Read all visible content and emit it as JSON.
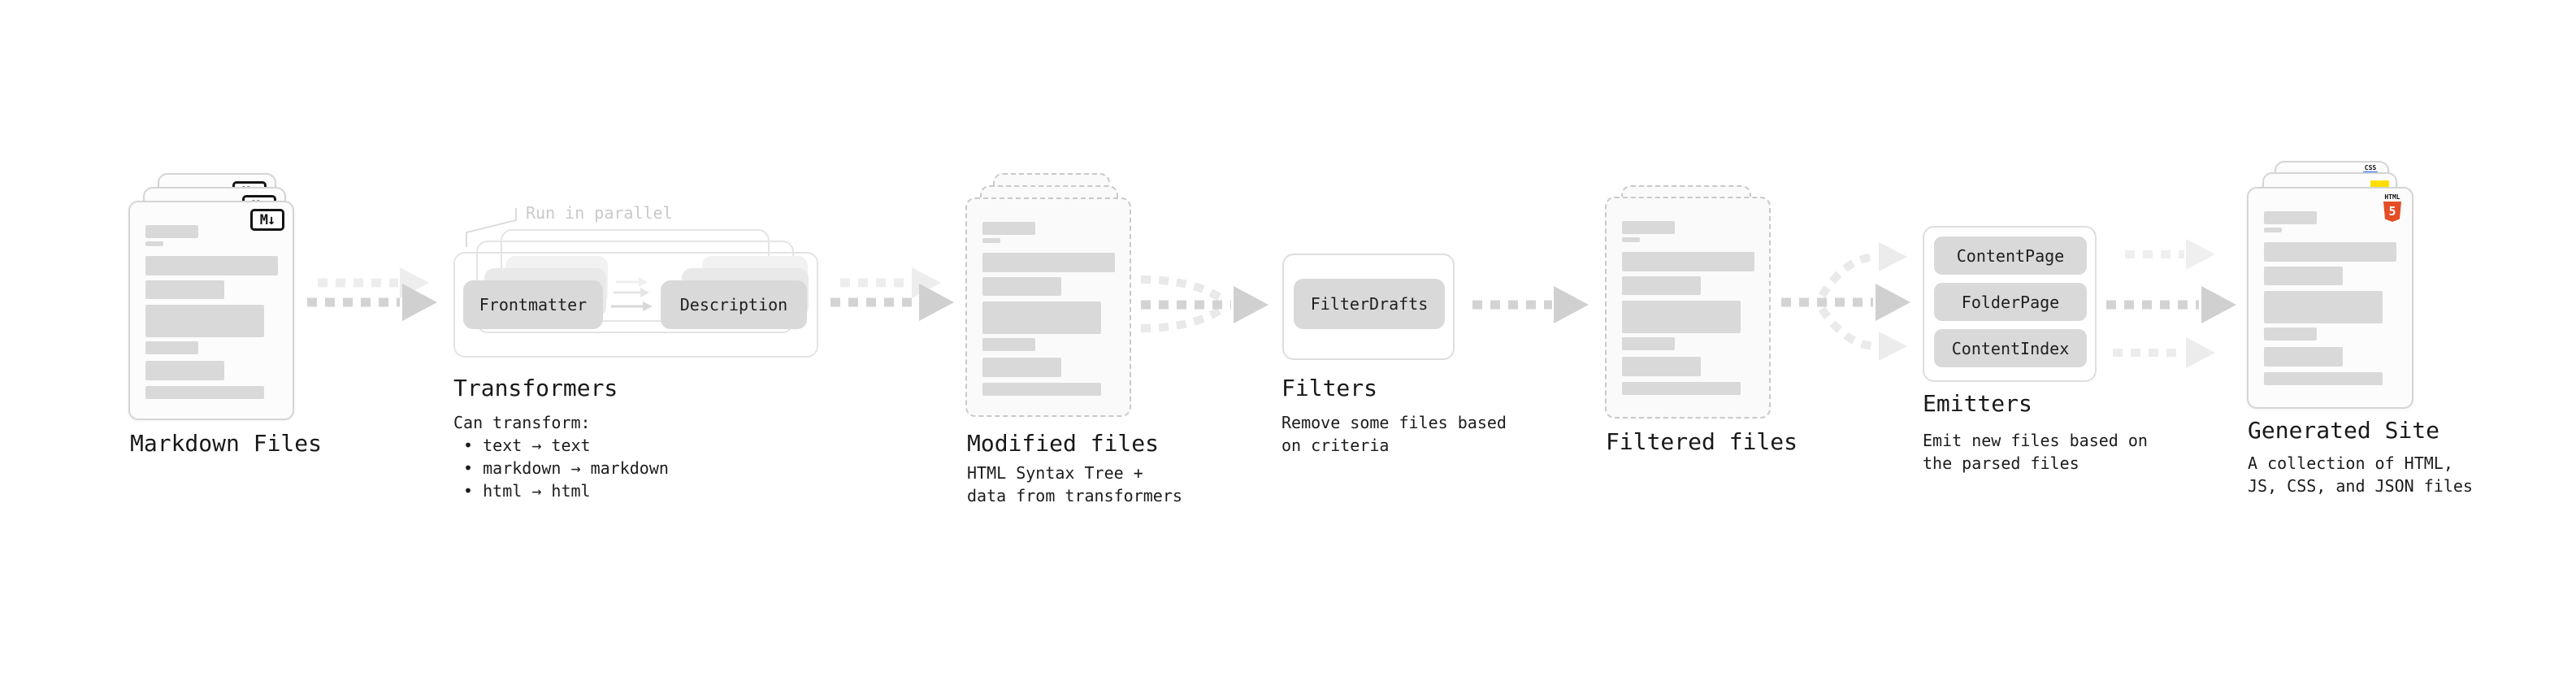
{
  "colors": {
    "html5_orange": "#e44d26",
    "js_yellow": "#ffdf00",
    "css_blue": "#2965f1",
    "bar_gray": "#d9d9d9",
    "arrow_gray": "#d3d3d3",
    "arrow_light": "#ececec"
  },
  "stages": {
    "markdown_files": {
      "label": "Markdown Files",
      "badge": "M↓"
    },
    "transformers": {
      "note": "Run in parallel",
      "pill_left": "Frontmatter",
      "pill_right": "Description",
      "title": "Transformers",
      "caption_heading": "Can transform:",
      "bullet1": " • text → text",
      "bullet2": " • markdown → markdown",
      "bullet3": " • html → html"
    },
    "modified_files": {
      "title": "Modified files",
      "caption_line1": "HTML Syntax Tree +",
      "caption_line2": "data from transformers"
    },
    "filters": {
      "pill": "FilterDrafts",
      "title": "Filters",
      "caption_line1": "Remove some files based",
      "caption_line2": "on criteria"
    },
    "filtered_files": {
      "title": "Filtered files"
    },
    "emitters": {
      "pills": [
        "ContentPage",
        "FolderPage",
        "ContentIndex"
      ],
      "title": "Emitters",
      "caption_line1": "Emit new files based on",
      "caption_line2": "the parsed files"
    },
    "generated_site": {
      "title": "Generated Site",
      "caption_line1": "A collection of HTML,",
      "caption_line2": "JS, CSS, and JSON files",
      "badge_html_label": "HTML",
      "badge_html_number": "5",
      "badge_css_label": "CSS"
    }
  }
}
